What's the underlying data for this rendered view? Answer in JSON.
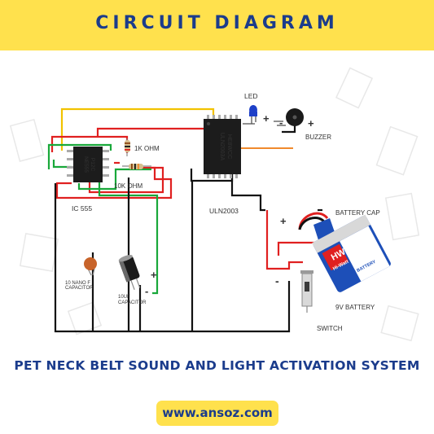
{
  "header": {
    "title": "CIRCUIT DIAGRAM"
  },
  "components": {
    "led": "LED",
    "buzzer": "BUZZER",
    "resistor_1k": "1K OHM",
    "resistor_10k": "10K OHM",
    "ic555": "IC 555",
    "uln2003": "ULN2003",
    "battery_cap": "BATTERY CAP",
    "battery": "9V BATTERY",
    "switch": "SWITCH",
    "cap_nano_1": "10 NANO F",
    "cap_nano_2": "CAPACITOR",
    "cap_uf_1": "10UF",
    "cap_uf_2": "CAPACITOR"
  },
  "chip_text": {
    "uln_line1": "ULN2003A",
    "uln_line2": "HE8WCC",
    "ic555_line1": "NE555",
    "ic555_line2": "P12C"
  },
  "battery_text": {
    "brand": "HW",
    "sub": "Hi-Watt",
    "side": "9V BATTERY"
  },
  "polarity": {
    "plus": "+",
    "minus": "-"
  },
  "footer": {
    "title": "PET NECK BELT SOUND AND  LIGHT  ACTIVATION SYSTEM",
    "url": "www.ansoz.com"
  },
  "colors": {
    "banner": "#ffe14d",
    "title_text": "#1b3c8c",
    "wire_red": "#e02020",
    "wire_green": "#19a83a",
    "wire_yellow": "#f2c200",
    "wire_black": "#111111",
    "wire_orange": "#f08a2c"
  }
}
